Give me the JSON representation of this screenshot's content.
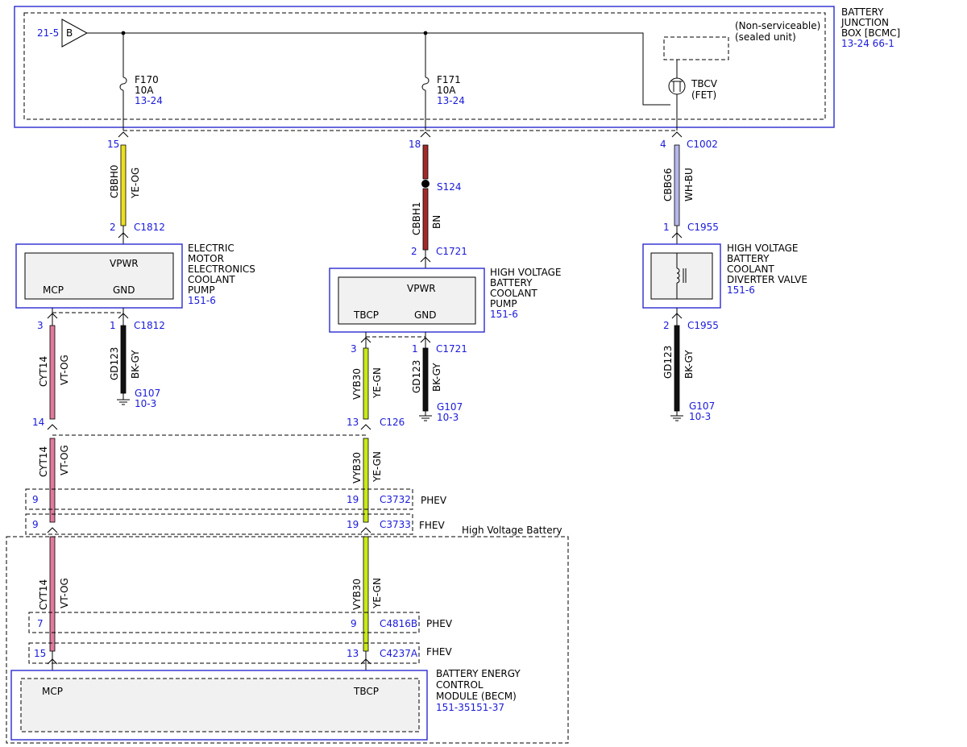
{
  "colors": {
    "ye_og": "#ecdf1f",
    "bn": "#a42a2a",
    "wh_bu": "#b6b8ec",
    "bk_gy": "#111111",
    "vt_og": "#e07c9b",
    "ye_gn": "#c9e81c",
    "ref_blue": "#1a1adb",
    "module_outline": "#2b2bd0"
  },
  "junction_box": {
    "name_line1": "BATTERY",
    "name_line2": "JUNCTION",
    "name_line3": "BOX [BCMC]",
    "ref": "13-24 66-1",
    "source_ref": "21-5",
    "source_label": "B",
    "sealed_line1": "(Non-serviceable)",
    "sealed_line2": "(sealed unit)",
    "fuse1_name": "F170",
    "fuse1_amps": "10A",
    "fuse1_ref": "13-24",
    "fuse2_name": "F171",
    "fuse2_amps": "10A",
    "fuse2_ref": "13-24",
    "fet_line1": "TBCV",
    "fet_line2": "(FET)"
  },
  "circuit1": {
    "pin_top": "15",
    "circuit": "CBBH0",
    "color": "YE-OG",
    "pin_bottom": "2",
    "connector": "C1812"
  },
  "circuit2": {
    "pin_top": "18",
    "splice": "S124",
    "circuit": "CBBH1",
    "color": "BN",
    "pin_bottom": "2",
    "connector": "C1721"
  },
  "circuit3": {
    "pin_top": "4",
    "connector_top": "C1002",
    "circuit": "CBBG6",
    "color": "WH-BU",
    "pin_bottom": "1",
    "connector": "C1955"
  },
  "pump1": {
    "name_line1": "ELECTRIC",
    "name_line2": "MOTOR",
    "name_line3": "ELECTRONICS",
    "name_line4": "COOLANT",
    "name_line5": "PUMP",
    "ref": "151-6",
    "vpwr": "VPWR",
    "mcp": "MCP",
    "gnd": "GND"
  },
  "pump2": {
    "name_line1": "HIGH VOLTAGE",
    "name_line2": "BATTERY",
    "name_line3": "COOLANT",
    "name_line4": "PUMP",
    "ref": "151-6",
    "vpwr": "VPWR",
    "tbcp": "TBCP",
    "gnd": "GND"
  },
  "valve": {
    "name_line1": "HIGH VOLTAGE",
    "name_line2": "BATTERY",
    "name_line3": "COOLANT",
    "name_line4": "DIVERTER VALVE",
    "ref": "151-6"
  },
  "ground1": {
    "pin": "1",
    "connector": "C1812",
    "circuit": "GD123",
    "color": "BK-GY",
    "ground": "G107",
    "ref": "10-3"
  },
  "ground2": {
    "pin": "1",
    "connector": "C1721",
    "circuit": "GD123",
    "color": "BK-GY",
    "ground": "G107",
    "ref": "10-3"
  },
  "ground3": {
    "pin": "2",
    "connector": "C1955",
    "circuit": "GD123",
    "color": "BK-GY",
    "ground": "G107",
    "ref": "10-3"
  },
  "mcp_wire": {
    "pin_pump": "3",
    "circuit": "CYT14",
    "color": "VT-OG",
    "pin_c126": "14"
  },
  "tbcp_wire": {
    "pin_pump": "3",
    "circuit": "VYB30",
    "color": "YE-GN",
    "pin_c126": "13",
    "connector_c126": "C126"
  },
  "inline": {
    "c3732_pin_left": "9",
    "c3732_pin_right": "19",
    "c3732_name": "C3732",
    "c3732_tag": "PHEV",
    "c3733_pin_left": "9",
    "c3733_pin_right": "19",
    "c3733_name": "C3733",
    "c3733_tag": "FHEV",
    "c4816b_pin_left": "7",
    "c4816b_pin_right": "9",
    "c4816b_name": "C4816B",
    "c4816b_tag": "PHEV",
    "c4237a_pin_left": "15",
    "c4237a_pin_right": "13",
    "c4237a_name": "C4237A",
    "c4237a_tag": "FHEV"
  },
  "hv_battery_label": "High Voltage Battery",
  "becm": {
    "name_line1": "BATTERY ENERGY",
    "name_line2": "CONTROL",
    "name_line3": "MODULE (BECM)",
    "ref": "151-35151-37",
    "mcp": "MCP",
    "tbcp": "TBCP"
  }
}
